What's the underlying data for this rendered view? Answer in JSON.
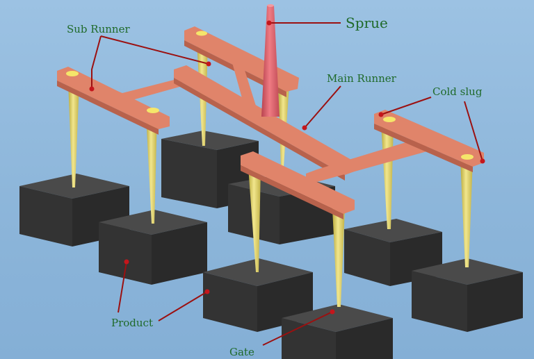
{
  "labels": {
    "sprue": "Sprue",
    "sub_runner": "Sub Runner",
    "main_runner": "Main Runner",
    "cold_slug": "Cold slug",
    "product": "Product",
    "gate": "Gate"
  },
  "colors": {
    "background": "#8fb8dc",
    "runner": "#e0846a",
    "sprue": "#d9606a",
    "gate": "#d8cc6a",
    "product": "#4a4a4a",
    "leader": "#9b1010",
    "label_text": "#1f6a2a"
  }
}
